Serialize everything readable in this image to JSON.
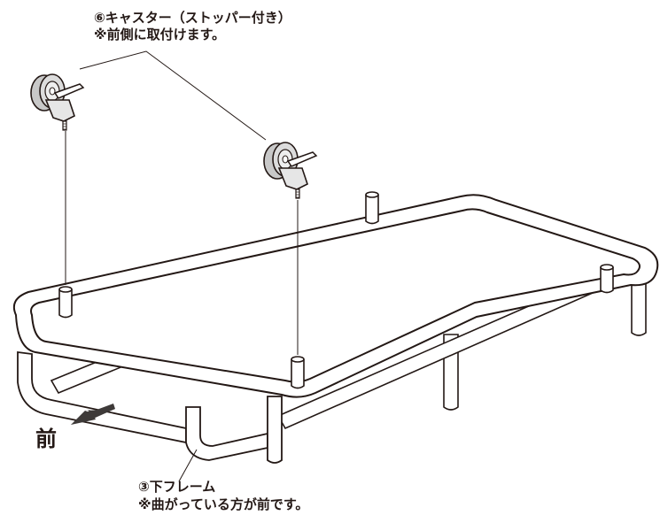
{
  "caster_label": {
    "line1": "⑥キャスター（ストッパー付き）",
    "line2": "※前側に取付けます。"
  },
  "frame_label": {
    "line1": "③下フレーム",
    "line2": "※曲がっている方が前です。"
  },
  "front_label": "前",
  "colors": {
    "line": "#231815",
    "wheel": "#c8c8c8",
    "fill": "#ffffff",
    "arrow": "#3e3a39"
  },
  "icons": [
    "caster-icon",
    "front-arrow-icon"
  ]
}
